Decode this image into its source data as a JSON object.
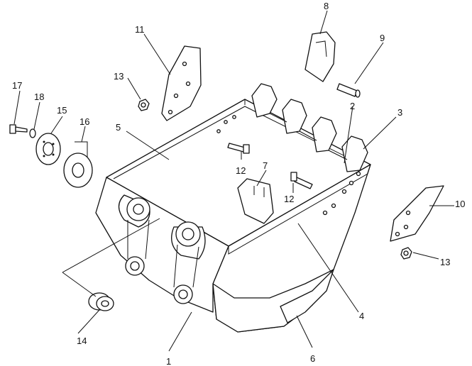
{
  "diagram": {
    "labels": {
      "l1": "1",
      "l2": "2",
      "l3": "3",
      "l4": "4",
      "l5": "5",
      "l6": "6",
      "l7": "7",
      "l8": "8",
      "l9": "9",
      "l10": "10",
      "l11": "11",
      "l12a": "12",
      "l12b": "12",
      "l13a": "13",
      "l13b": "13",
      "l14": "14",
      "l15": "15",
      "l16": "16",
      "l17": "17",
      "l18": "18"
    }
  }
}
